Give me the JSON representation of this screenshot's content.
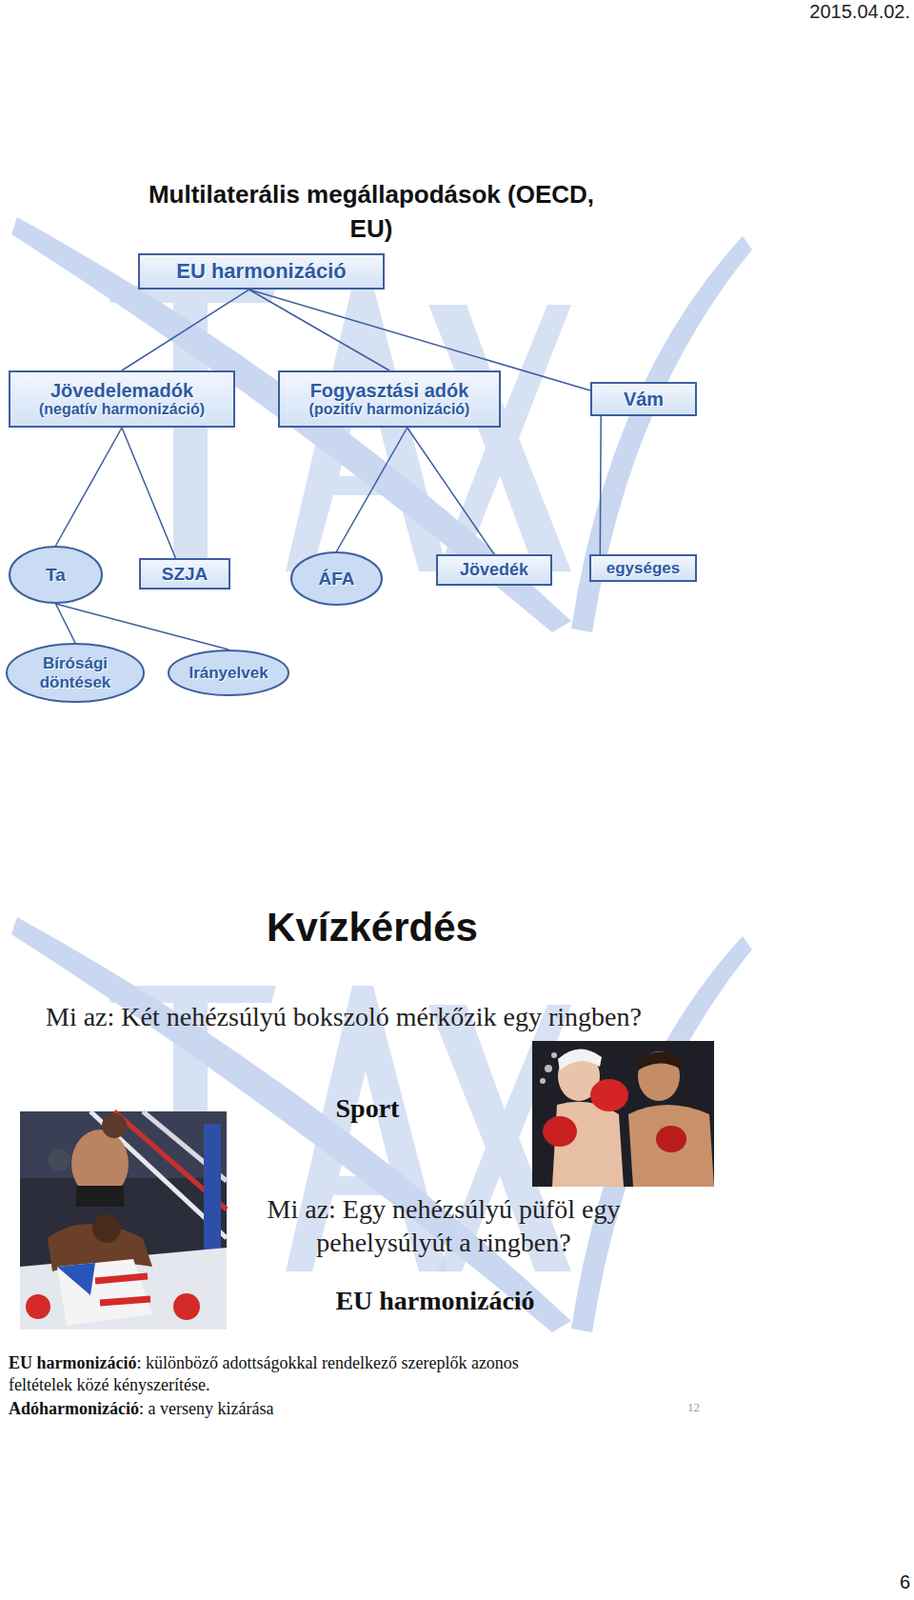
{
  "diagram": {
    "title": "Multilaterális megállapodások (OECD, EU)",
    "nodes": [
      {
        "text": [
          "EU harmonizáció"
        ]
      },
      {
        "text": [
          "Jövedelemadók",
          "(negatív harmonizáció)"
        ]
      },
      {
        "text": [
          "Fogyasztási adók",
          "(pozitív harmonizáció)"
        ]
      },
      {
        "text": [
          "Vám"
        ]
      },
      {
        "text": [
          "Ta"
        ]
      },
      {
        "text": [
          "SZJA"
        ]
      },
      {
        "text": [
          "ÁFA"
        ]
      },
      {
        "text": [
          "Jövedék"
        ]
      },
      {
        "text": [
          "egységes"
        ]
      },
      {
        "text": [
          "Bírósági döntések"
        ]
      },
      {
        "text": [
          "Irányelvek"
        ]
      }
    ],
    "edges": [
      {
        "from": 0,
        "to": 1,
        "arrow": "none"
      },
      {
        "from": 0,
        "to": 2,
        "arrow": "none"
      },
      {
        "from": 0,
        "to": 3,
        "arrow": "none"
      },
      {
        "from": 1,
        "to": 4,
        "arrow": "none"
      },
      {
        "from": 1,
        "to": 5,
        "arrow": "none"
      },
      {
        "from": 2,
        "to": 6,
        "arrow": "none"
      },
      {
        "from": 2,
        "to": 7,
        "arrow": "none"
      },
      {
        "from": 3,
        "to": 8,
        "arrow": "none"
      },
      {
        "from": 4,
        "to": 9,
        "arrow": "none"
      },
      {
        "from": 4,
        "to": 10,
        "arrow": "none"
      }
    ],
    "labels": [
      "2015.04.02.",
      "Kvízkérdés",
      "Mi az: Két nehézsúlyú bokszoló mérkőzik egy ringben?",
      "Sport",
      "Mi az: Egy nehézsúlyú püföl egy pehelysúlyút a ringben?",
      "EU harmonizáció",
      "EU harmonizáció",
      ": különböző adottságokkal rendelkező szereplők azonos feltételek közé kényszerítése.",
      "Adóharmonizáció",
      ": a verseny kizárása",
      "12",
      "6"
    ]
  }
}
